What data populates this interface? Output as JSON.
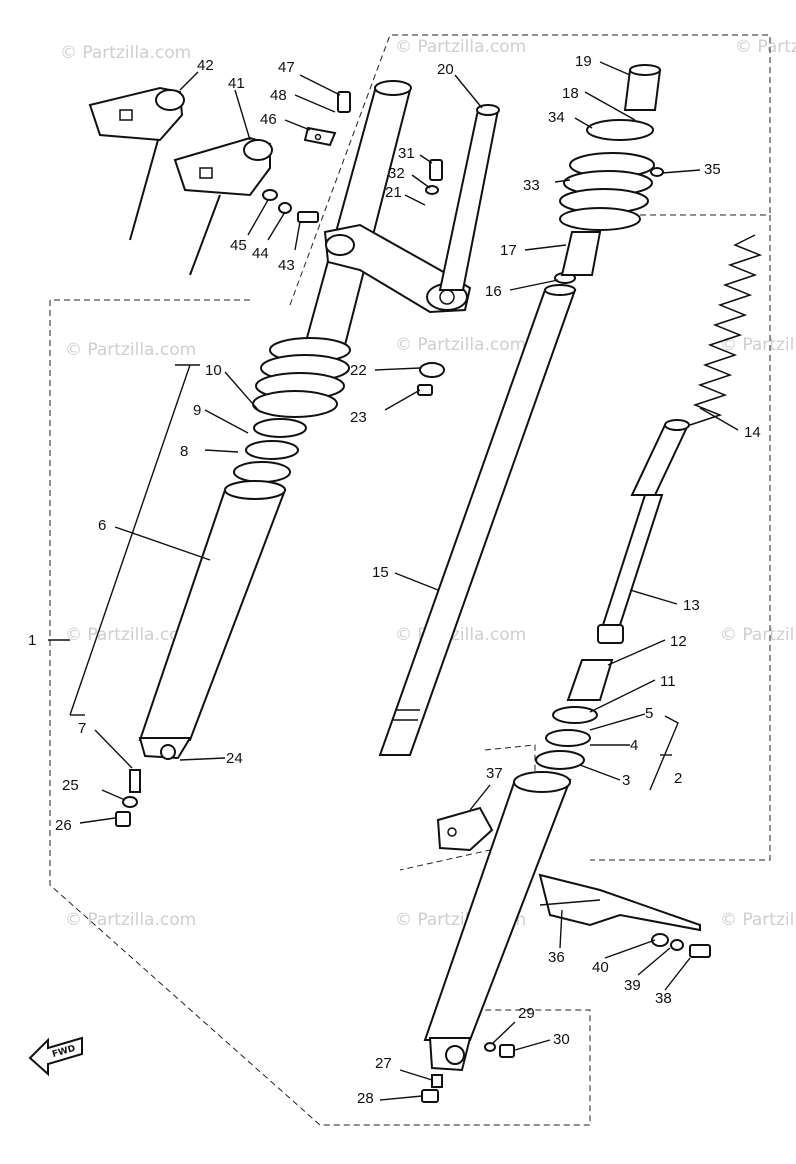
{
  "watermark": {
    "text": "© Partzilla.com"
  },
  "fwd_label": "FWD",
  "callouts": [
    {
      "n": "1"
    },
    {
      "n": "2"
    },
    {
      "n": "3"
    },
    {
      "n": "4"
    },
    {
      "n": "5"
    },
    {
      "n": "6"
    },
    {
      "n": "7"
    },
    {
      "n": "8"
    },
    {
      "n": "9"
    },
    {
      "n": "10"
    },
    {
      "n": "11"
    },
    {
      "n": "12"
    },
    {
      "n": "13"
    },
    {
      "n": "14"
    },
    {
      "n": "15"
    },
    {
      "n": "16"
    },
    {
      "n": "17"
    },
    {
      "n": "18"
    },
    {
      "n": "19"
    },
    {
      "n": "20"
    },
    {
      "n": "21"
    },
    {
      "n": "22"
    },
    {
      "n": "23"
    },
    {
      "n": "24"
    },
    {
      "n": "25"
    },
    {
      "n": "26"
    },
    {
      "n": "27"
    },
    {
      "n": "28"
    },
    {
      "n": "29"
    },
    {
      "n": "30"
    },
    {
      "n": "31"
    },
    {
      "n": "32"
    },
    {
      "n": "33"
    },
    {
      "n": "34"
    },
    {
      "n": "35"
    },
    {
      "n": "36"
    },
    {
      "n": "37"
    },
    {
      "n": "38"
    },
    {
      "n": "39"
    },
    {
      "n": "40"
    },
    {
      "n": "41"
    },
    {
      "n": "42"
    },
    {
      "n": "43"
    },
    {
      "n": "44"
    },
    {
      "n": "45"
    },
    {
      "n": "46"
    },
    {
      "n": "47"
    },
    {
      "n": "48"
    }
  ]
}
